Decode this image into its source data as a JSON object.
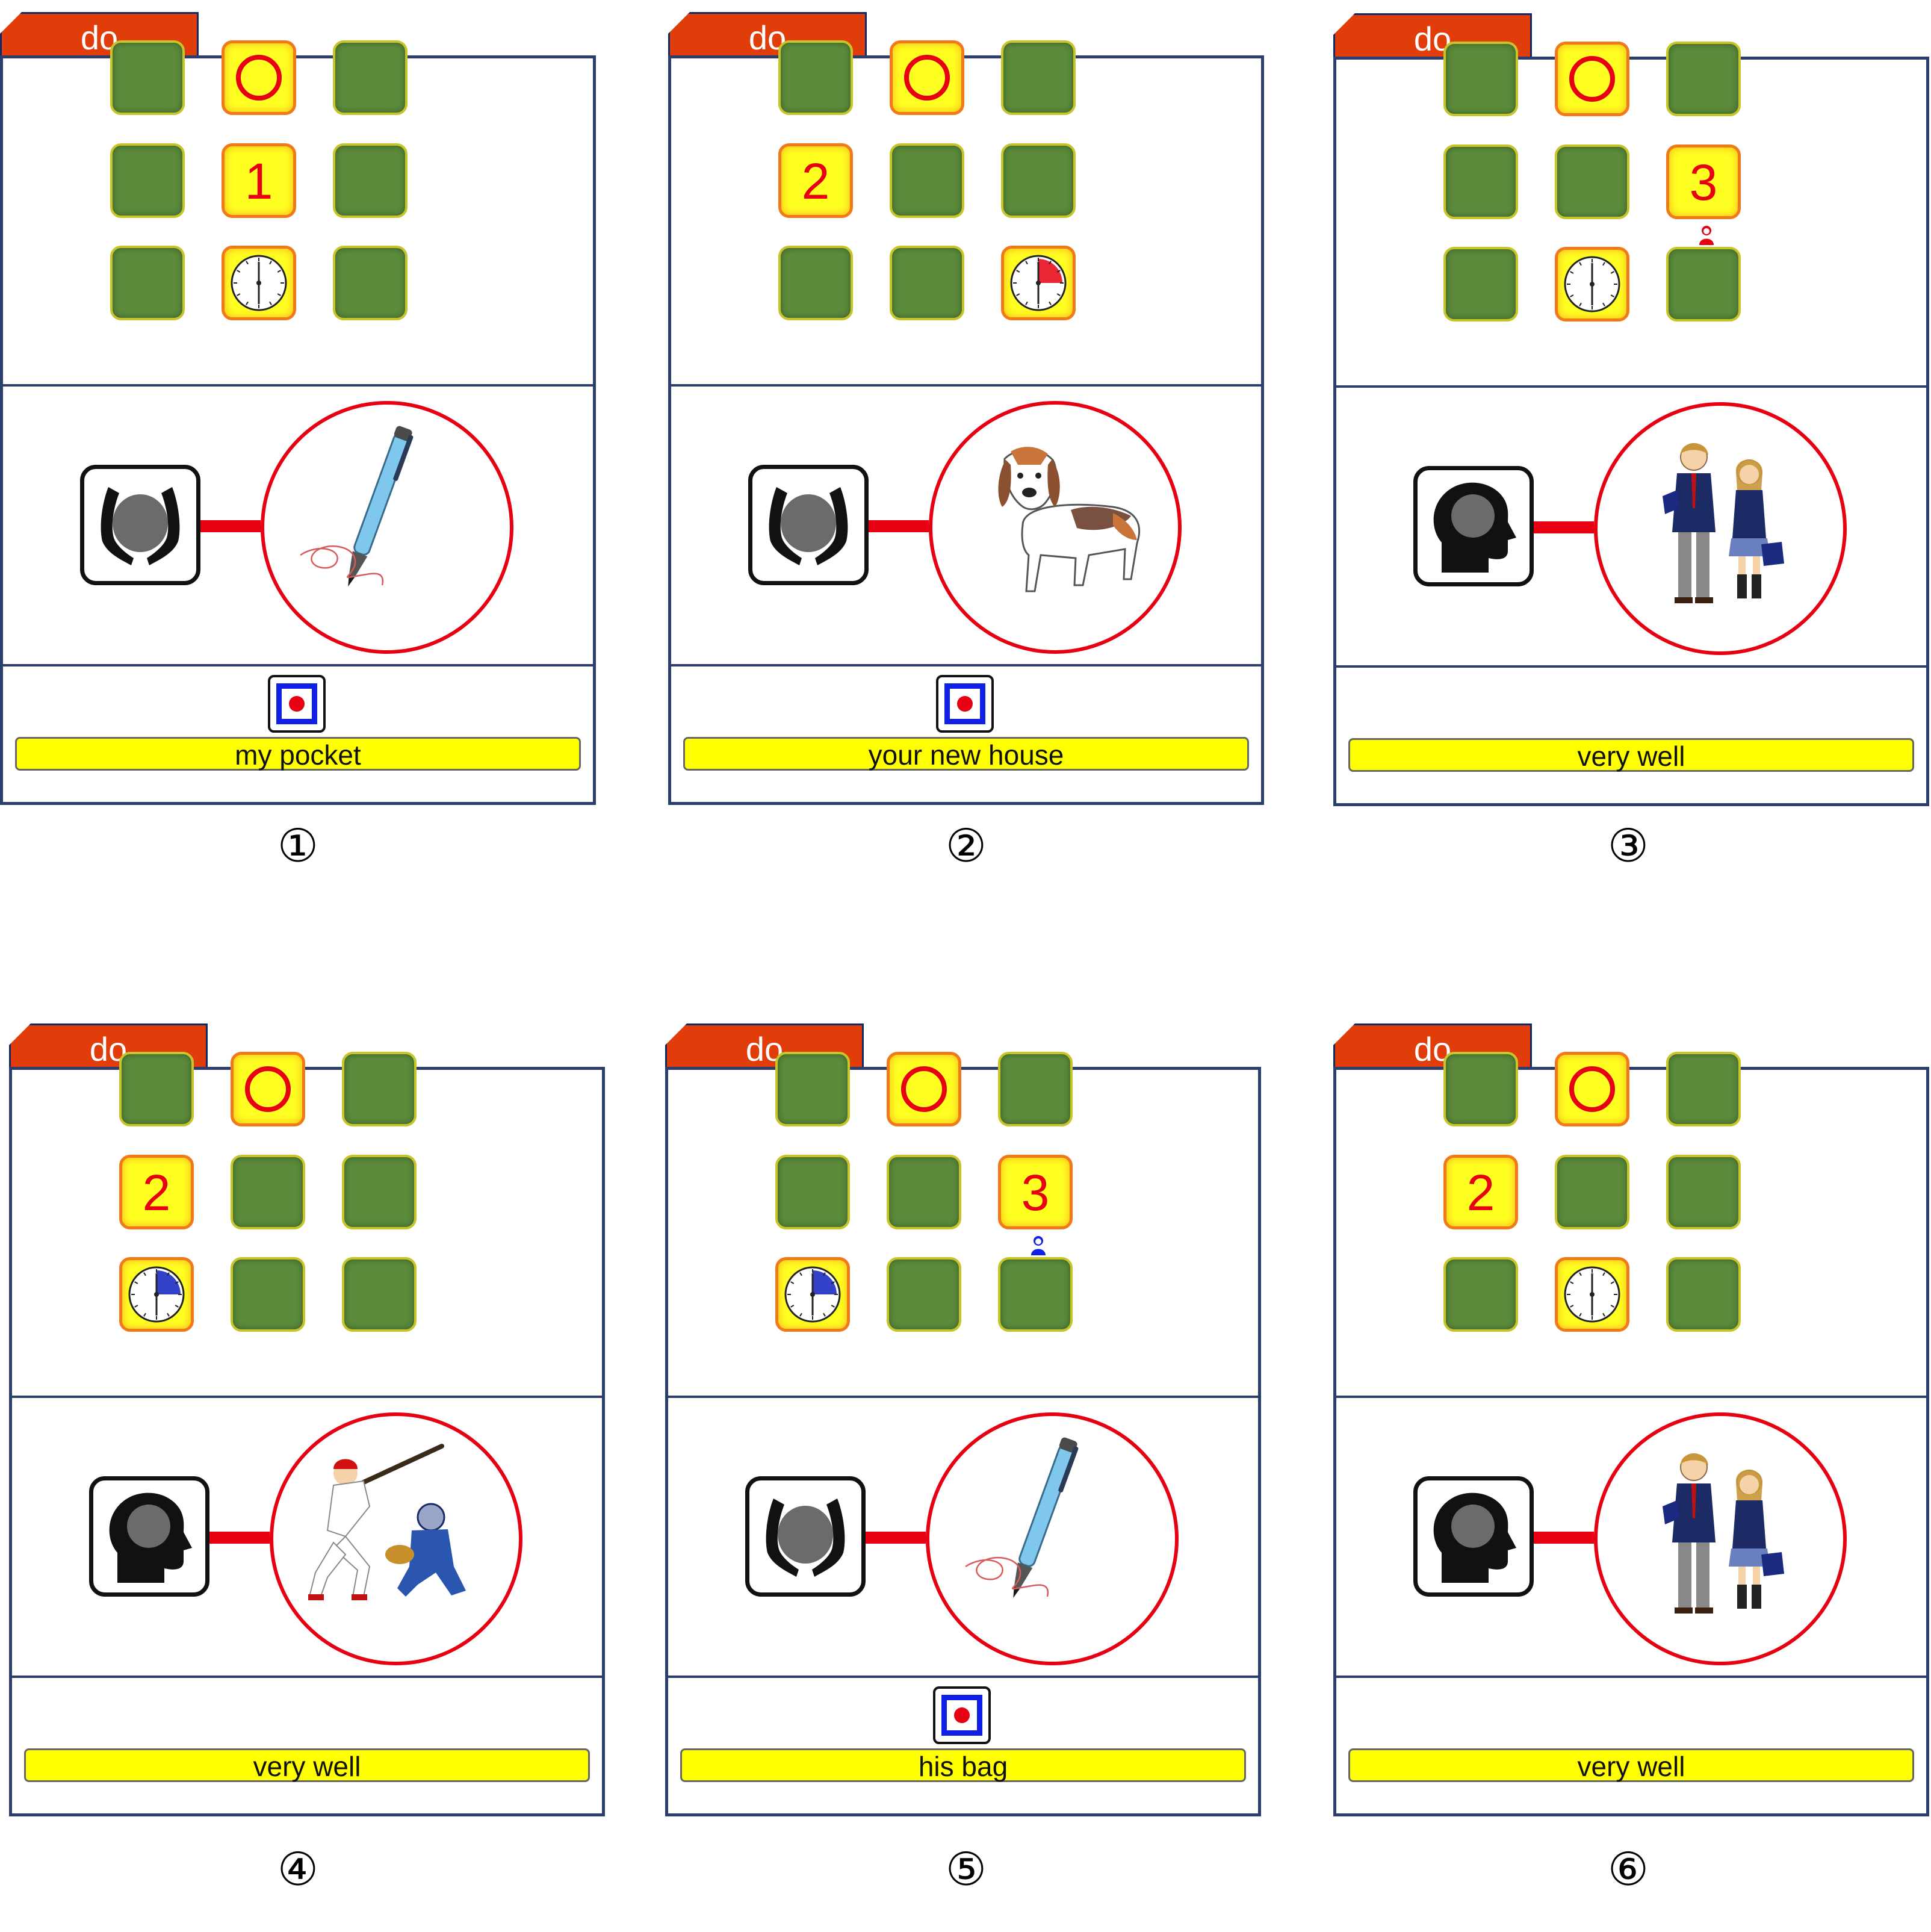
{
  "cards": [
    {
      "caption": "①",
      "tab_label": "do",
      "grid": [
        {
          "kind": "green"
        },
        {
          "kind": "circle"
        },
        {
          "kind": "green"
        },
        {
          "kind": "green"
        },
        {
          "kind": "number",
          "value": "1"
        },
        {
          "kind": "green"
        },
        {
          "kind": "green"
        },
        {
          "kind": "clock",
          "fill": 0,
          "fill_color": ""
        },
        {
          "kind": "green"
        }
      ],
      "head_icon": "hands-head-icon",
      "picture": "pen-icon",
      "show_target": true,
      "label": "my pocket"
    },
    {
      "caption": "②",
      "tab_label": "do",
      "grid": [
        {
          "kind": "green"
        },
        {
          "kind": "circle"
        },
        {
          "kind": "green"
        },
        {
          "kind": "number",
          "value": "2"
        },
        {
          "kind": "green"
        },
        {
          "kind": "green"
        },
        {
          "kind": "green"
        },
        {
          "kind": "green"
        },
        {
          "kind": "clock",
          "fill": 0.25,
          "fill_color": "#e60012"
        }
      ],
      "head_icon": "hands-head-icon",
      "picture": "dog-icon",
      "show_target": true,
      "label": "your new house"
    },
    {
      "caption": "③",
      "tab_label": "do",
      "grid": [
        {
          "kind": "green"
        },
        {
          "kind": "circle"
        },
        {
          "kind": "green"
        },
        {
          "kind": "green"
        },
        {
          "kind": "green"
        },
        {
          "kind": "number",
          "value": "3",
          "person": "#e60012"
        },
        {
          "kind": "green"
        },
        {
          "kind": "clock",
          "fill": 0,
          "fill_color": ""
        },
        {
          "kind": "green"
        }
      ],
      "head_icon": "thinking-head-icon",
      "picture": "students-icon",
      "show_target": false,
      "label": "very well"
    },
    {
      "caption": "④",
      "tab_label": "do",
      "grid": [
        {
          "kind": "green"
        },
        {
          "kind": "circle"
        },
        {
          "kind": "green"
        },
        {
          "kind": "number",
          "value": "2"
        },
        {
          "kind": "green"
        },
        {
          "kind": "green"
        },
        {
          "kind": "clock",
          "fill": 0.25,
          "fill_color": "#1020c0"
        },
        {
          "kind": "green"
        },
        {
          "kind": "green"
        }
      ],
      "head_icon": "thinking-head-icon",
      "picture": "baseball-icon",
      "show_target": false,
      "label": "very well"
    },
    {
      "caption": "⑤",
      "tab_label": "do",
      "grid": [
        {
          "kind": "green"
        },
        {
          "kind": "circle"
        },
        {
          "kind": "green"
        },
        {
          "kind": "green"
        },
        {
          "kind": "green"
        },
        {
          "kind": "number",
          "value": "3",
          "person": "#1020e6"
        },
        {
          "kind": "clock",
          "fill": 0.25,
          "fill_color": "#1020c0"
        },
        {
          "kind": "green"
        },
        {
          "kind": "green"
        }
      ],
      "head_icon": "hands-head-icon",
      "picture": "pen-icon",
      "show_target": true,
      "label": "his bag"
    },
    {
      "caption": "⑥",
      "tab_label": "do",
      "grid": [
        {
          "kind": "green"
        },
        {
          "kind": "circle"
        },
        {
          "kind": "green"
        },
        {
          "kind": "number",
          "value": "2"
        },
        {
          "kind": "green"
        },
        {
          "kind": "green"
        },
        {
          "kind": "green"
        },
        {
          "kind": "clock",
          "fill": 0,
          "fill_color": ""
        },
        {
          "kind": "green"
        }
      ],
      "head_icon": "thinking-head-icon",
      "picture": "students-icon",
      "show_target": false,
      "label": "very well"
    }
  ]
}
